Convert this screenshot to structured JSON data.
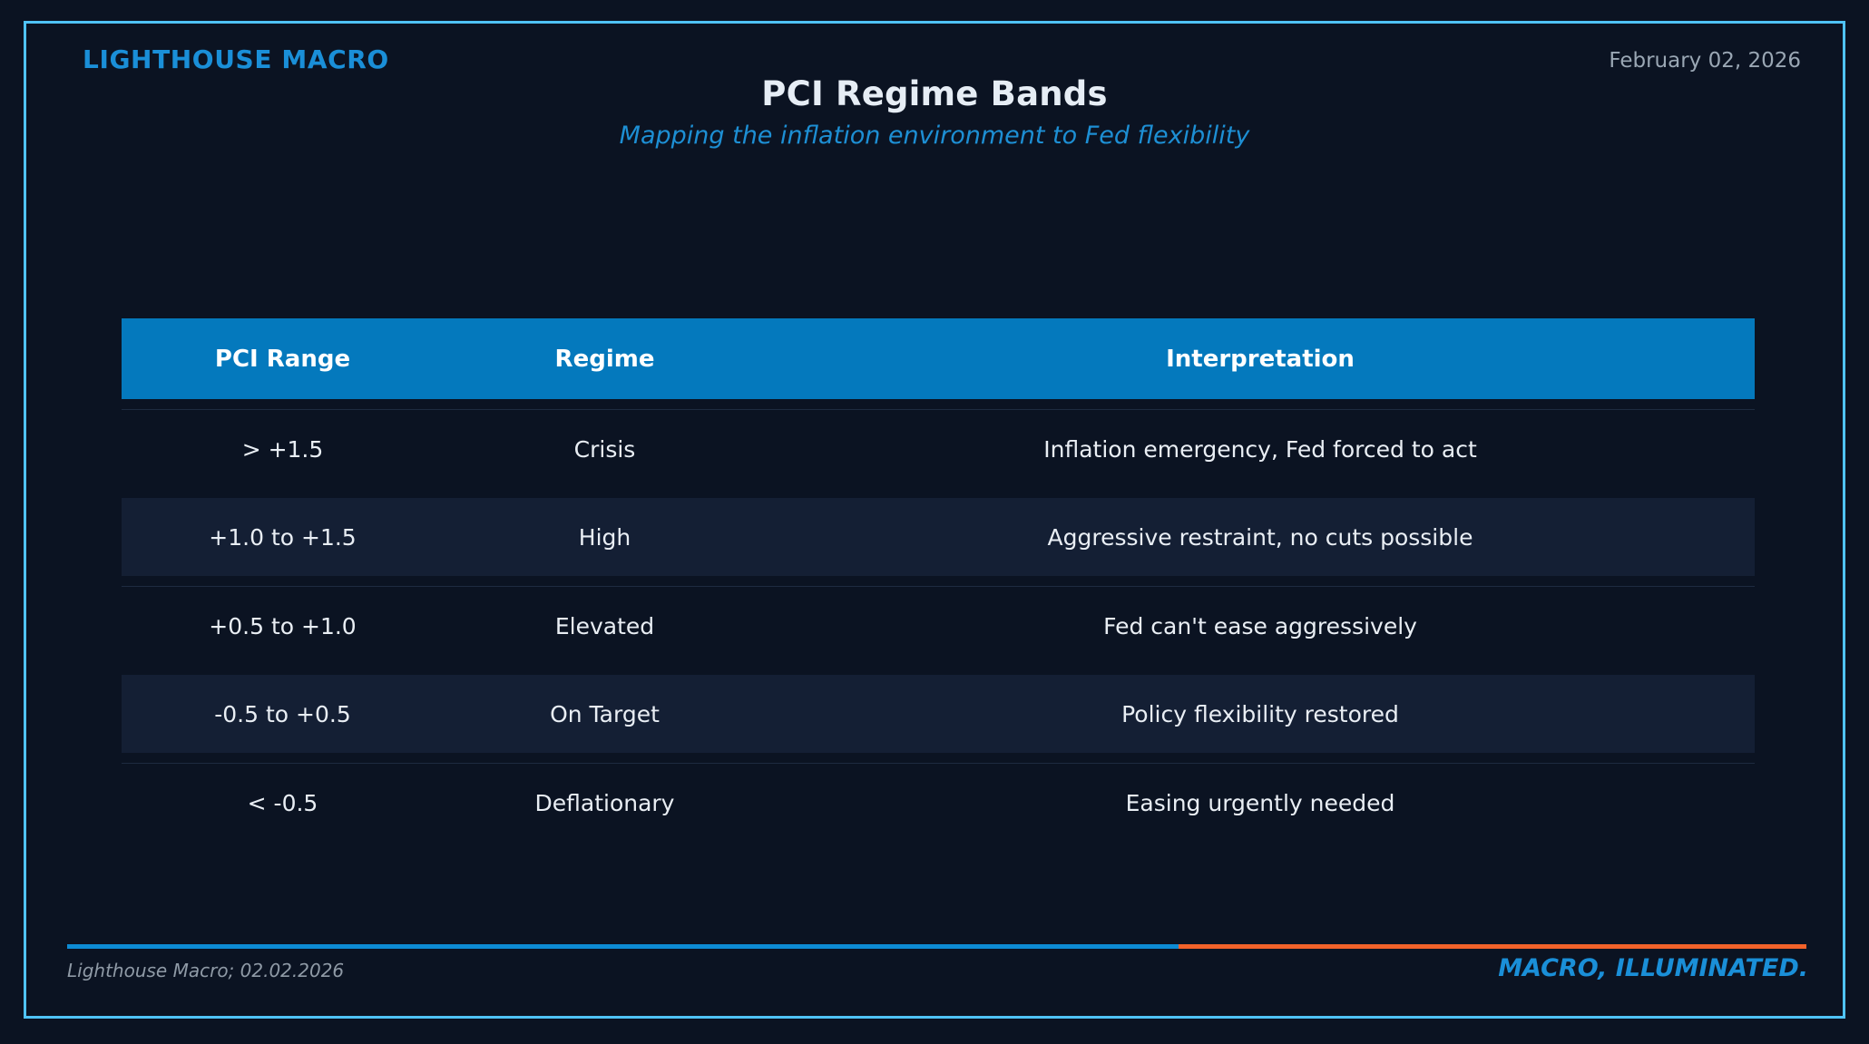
{
  "header": {
    "brand": "LIGHTHOUSE MACRO",
    "date": "February 02, 2026",
    "title": "PCI Regime Bands",
    "subtitle": "Mapping the inflation environment to Fed flexibility"
  },
  "table": {
    "columns": [
      "PCI Range",
      "Regime",
      "Interpretation"
    ],
    "rows": [
      {
        "range": "> +1.5",
        "regime": "Crisis",
        "interpretation": "Inflation emergency, Fed forced to act"
      },
      {
        "range": "+1.0 to +1.5",
        "regime": "High",
        "interpretation": "Aggressive restraint, no cuts possible"
      },
      {
        "range": "+0.5 to +1.0",
        "regime": "Elevated",
        "interpretation": "Fed can't ease aggressively"
      },
      {
        "range": "-0.5 to +0.5",
        "regime": "On Target",
        "interpretation": "Policy flexibility restored"
      },
      {
        "range": "< -0.5",
        "regime": "Deflationary",
        "interpretation": "Easing urgently needed"
      }
    ]
  },
  "footer": {
    "source": "Lighthouse Macro; 02.02.2026",
    "tagline": "MACRO, ILLUMINATED."
  },
  "colors": {
    "background": "#0b1322",
    "frame_border": "#4fc3f7",
    "header_bar": "#0479bd",
    "brand_blue": "#1a8fd8",
    "subtitle_blue": "#1d8fd4",
    "accent_blue": "#0d8bd4",
    "accent_orange": "#f2622a",
    "row_stripe": "#141f34",
    "row_rule": "#1e2b40",
    "text_primary": "#e9eef4",
    "text_muted": "#9aa7b4"
  }
}
